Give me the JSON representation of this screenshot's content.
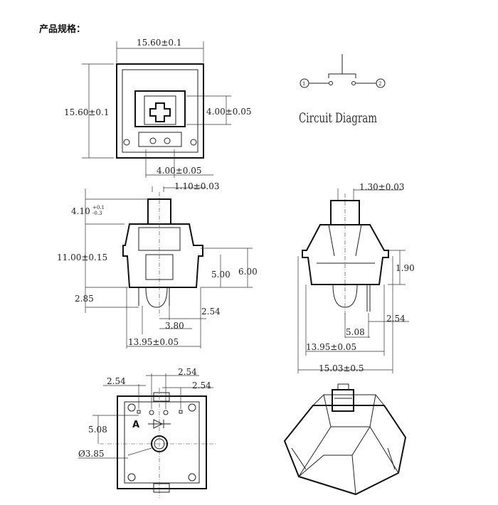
{
  "title": "产品规格：",
  "top_view": {
    "width": "15.60±0.1",
    "height": "15.60±0.1",
    "stem": "4.00±0.05",
    "bottom": "4.00±0.05"
  },
  "circuit": {
    "pin1": "1",
    "pin2": "2",
    "label": "Circuit Diagram"
  },
  "side_view_front": {
    "stem_width": "1.10±0.03",
    "stem_height": "4.10",
    "stem_tol_plus": "+0.1",
    "stem_tol_minus": "-0.3",
    "height": "11.00±0.15",
    "d500": "5.00",
    "d600": "6.00",
    "pin_length": "2.85",
    "pin_offset": "2.54",
    "d380": "3.80",
    "base_width": "13.95±0.05"
  },
  "side_view_side": {
    "stem_width": "1.30±0.03",
    "d190": "1.90",
    "d254": "2.54",
    "d508": "5.08",
    "base_width": "13.95±0.05",
    "top_width": "15.03±0.5"
  },
  "bottom_view": {
    "d254_left": "2.54",
    "d254_top": "2.54",
    "d254_right": "2.54",
    "anode": "A",
    "d508": "5.08",
    "diameter": "Ø3.85"
  }
}
